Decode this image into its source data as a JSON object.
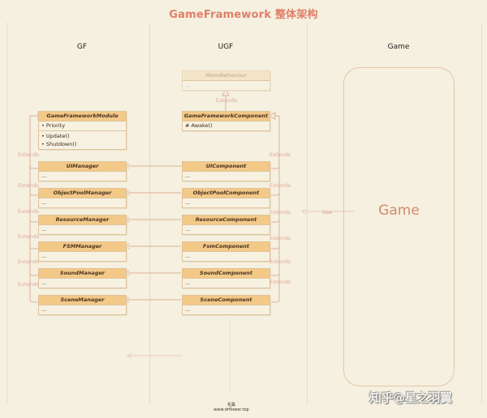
{
  "title": "GameFramework 整体架构",
  "lanes": [
    {
      "label": "GF"
    },
    {
      "label": "UGF"
    },
    {
      "label": "Game"
    }
  ],
  "gf": {
    "module": {
      "name": "GameFrameworkModule",
      "fields": "• Priority",
      "methods": [
        "• Update()",
        "• Shutdown()"
      ]
    },
    "managers": [
      {
        "name": "UIManager",
        "body": "..."
      },
      {
        "name": "ObjectPoolManager",
        "body": "..."
      },
      {
        "name": "ResourceManager",
        "body": "..."
      },
      {
        "name": "FSMManager",
        "body": "..."
      },
      {
        "name": "SoundManager",
        "body": "..."
      },
      {
        "name": "SceneManager",
        "body": "..."
      }
    ]
  },
  "ugf": {
    "mono": {
      "name": "MonoBehaviour",
      "body": "..."
    },
    "component": {
      "name": "GameFrameworkComponent",
      "methods": "# Awake()"
    },
    "components": [
      {
        "name": "UIComponent",
        "body": "..."
      },
      {
        "name": "ObjectPoolComponent",
        "body": "..."
      },
      {
        "name": "ResourceComponent",
        "body": "..."
      },
      {
        "name": "FsmComponent",
        "body": "..."
      },
      {
        "name": "SoundComponent",
        "body": "..."
      },
      {
        "name": "SceneComponent",
        "body": "..."
      }
    ]
  },
  "game": {
    "label": "Game",
    "use_label": "Use"
  },
  "extends_label": "Extends",
  "footer": {
    "line1": "花桑",
    "line2": "www.drflower.top"
  },
  "watermark": "知乎@星之羽翼",
  "colors": {
    "background": "#f5f0df",
    "header_fill": "#f3c988",
    "title": "#e07e6a",
    "connector": "#e0b09a"
  }
}
